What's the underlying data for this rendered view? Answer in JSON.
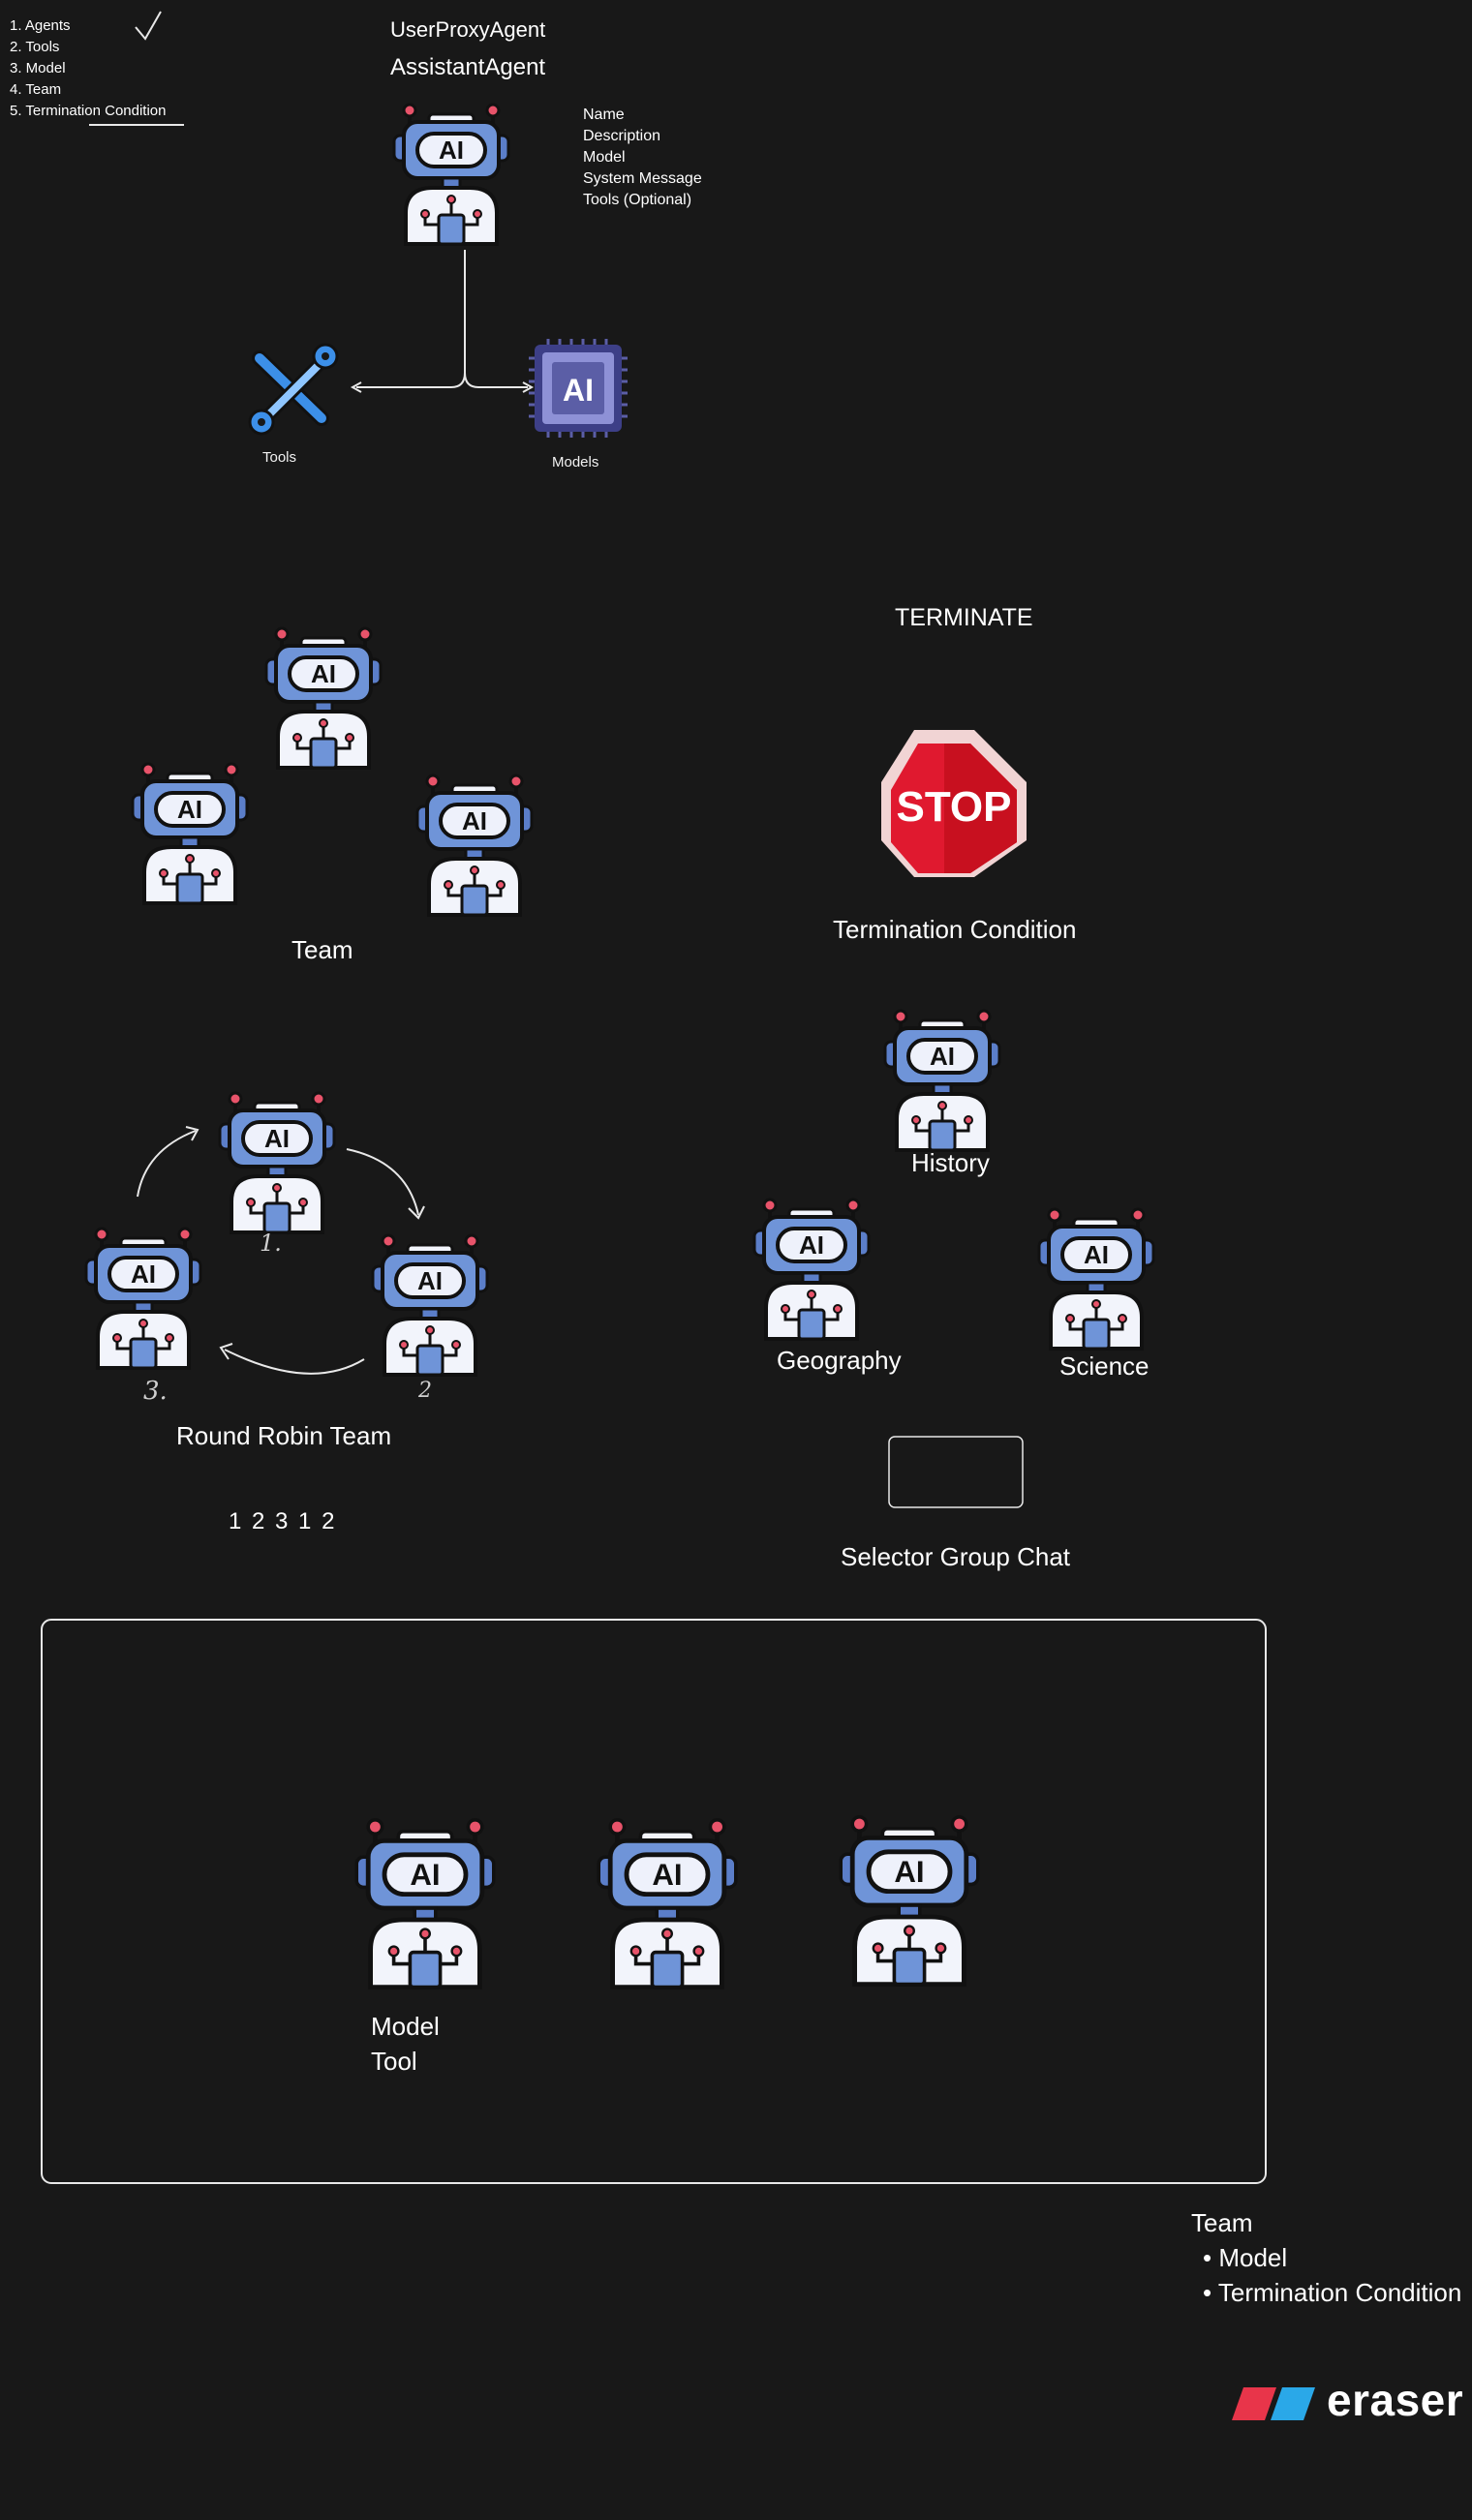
{
  "checklist": {
    "items": [
      "1. Agents",
      "2. Tools",
      "3. Model",
      "4. Team",
      "5. Termination Condition"
    ]
  },
  "agents": {
    "user_proxy": "UserProxyAgent",
    "assistant": "AssistantAgent",
    "properties": [
      "Name",
      "Description",
      "Model",
      "System Message",
      "Tools (Optional)"
    ]
  },
  "tools_label": "Tools",
  "models_label": "Models",
  "models_chip_text": "AI",
  "robot_face_text": "AI",
  "terminate": {
    "keyword": "TERMINATE",
    "stop_text": "STOP",
    "label": "Termination Condition"
  },
  "team_label": "Team",
  "round_robin": {
    "label": "Round Robin Team",
    "sequence": "1 2 3 1 2",
    "order_marks": [
      "1.",
      "2",
      "3."
    ]
  },
  "selector": {
    "label": "Selector Group Chat",
    "agents": [
      "History",
      "Geography",
      "Science"
    ]
  },
  "box_agent_labels": [
    "Model",
    "Tool"
  ],
  "team_summary": {
    "title": "Team",
    "bullets": [
      "• Model",
      "• Termination Condition"
    ]
  },
  "brand": {
    "name": "eraser"
  },
  "colors": {
    "background": "#181818",
    "robot_blue": "#6f94d8",
    "stop_red": "#e0192f",
    "tool_blue": "#3c8fe8",
    "chip_purple": "#5b5ea6"
  }
}
